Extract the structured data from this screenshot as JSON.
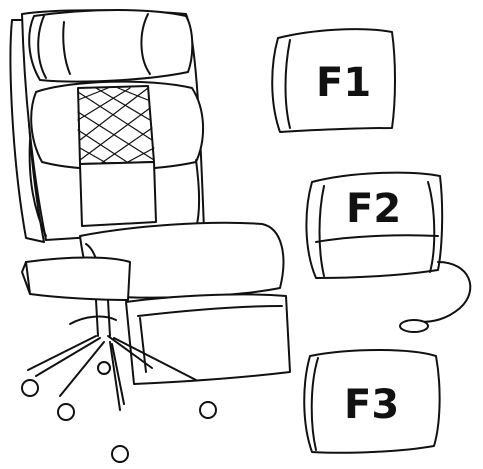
{
  "diagram": {
    "parts": [
      {
        "id": "f1",
        "label": "F1"
      },
      {
        "id": "f2",
        "label": "F2"
      },
      {
        "id": "f3",
        "label": "F3"
      }
    ]
  }
}
